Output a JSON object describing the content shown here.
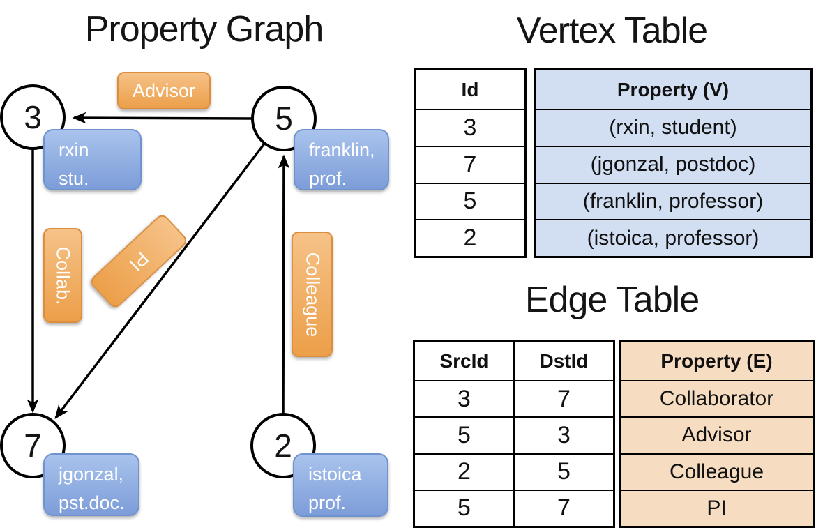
{
  "colors": {
    "orange_light": "#f6c288",
    "orange_dark": "#ec9f49",
    "orange_border": "#db8e3e",
    "blue_light": "#a9c3ec",
    "blue_dark": "#7d9dd9",
    "blue_border": "#6f93cf",
    "vertex_table_fill": "#d2def2",
    "edge_table_fill": "#f6dcc1",
    "line": "#000000"
  },
  "graph": {
    "title": "Property Graph",
    "vertices": {
      "v3": {
        "id": "3",
        "line1": "rxin",
        "line2": "stu."
      },
      "v5": {
        "id": "5",
        "line1": "franklin,",
        "line2": "prof."
      },
      "v7": {
        "id": "7",
        "line1": "jgonzal,",
        "line2": "pst.doc."
      },
      "v2": {
        "id": "2",
        "line1": "istoica",
        "line2": "prof."
      }
    },
    "edges": {
      "advisor": {
        "label": "Advisor"
      },
      "collab": {
        "label": "Collab."
      },
      "pi": {
        "label": "PI"
      },
      "colleague": {
        "label": "Colleague"
      }
    }
  },
  "vertex_table": {
    "title": "Vertex Table",
    "headers": [
      "Id",
      "Property (V)"
    ],
    "rows": [
      [
        "3",
        "(rxin, student)"
      ],
      [
        "7",
        "(jgonzal, postdoc)"
      ],
      [
        "5",
        "(franklin, professor)"
      ],
      [
        "2",
        "(istoica, professor)"
      ]
    ]
  },
  "edge_table": {
    "title": "Edge Table",
    "headers": [
      "SrcId",
      "DstId",
      "Property (E)"
    ],
    "rows": [
      [
        "3",
        "7",
        "Collaborator"
      ],
      [
        "5",
        "3",
        "Advisor"
      ],
      [
        "2",
        "5",
        "Colleague"
      ],
      [
        "5",
        "7",
        "PI"
      ]
    ]
  }
}
